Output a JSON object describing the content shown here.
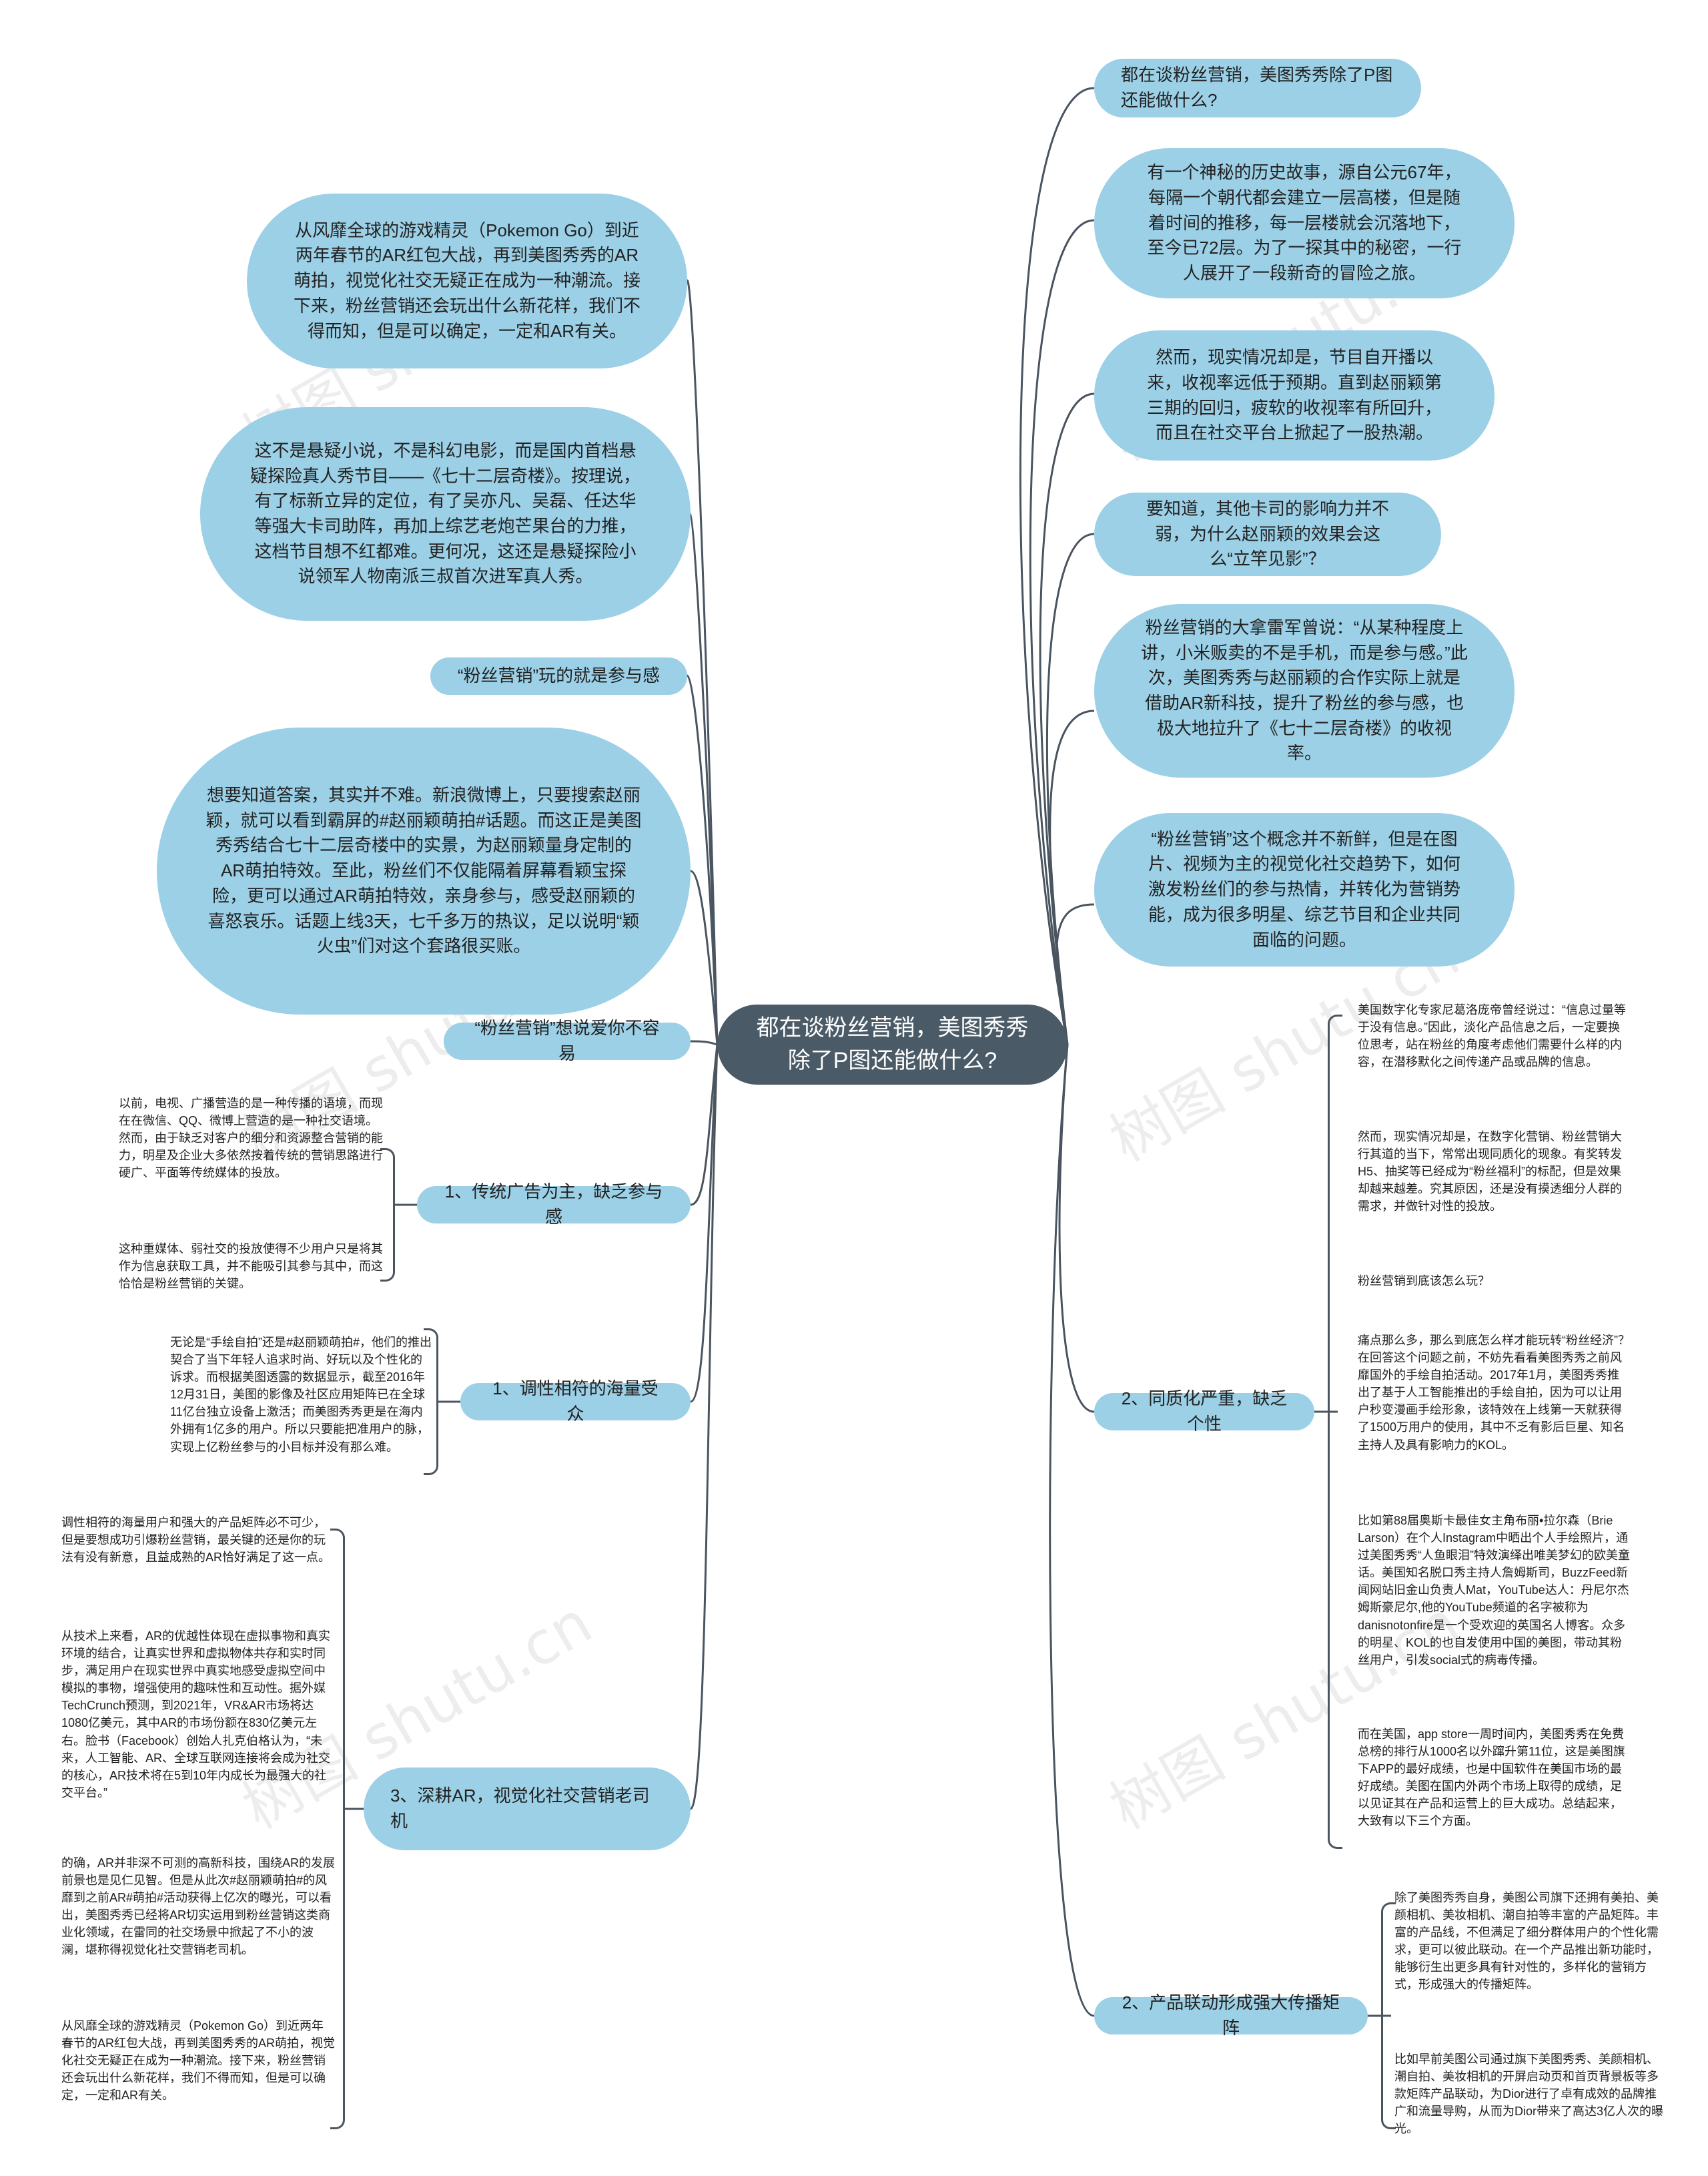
{
  "center": "都在谈粉丝营销，美图秀秀除了P图还能做什么?",
  "right_top": [
    "都在谈粉丝营销，美图秀秀除了P图还能做什么?",
    "有一个神秘的历史故事，源自公元67年，每隔一个朝代都会建立一层高楼，但是随着时间的推移，每一层楼就会沉落地下，至今已72层。为了一探其中的秘密，一行人展开了一段新奇的冒险之旅。",
    "然而，现实情况却是，节目自开播以来，收视率远低于预期。直到赵丽颖第三期的回归，疲软的收视率有所回升，而且在社交平台上掀起了一股热潮。",
    "要知道，其他卡司的影响力并不弱，为什么赵丽颖的效果会这么“立竿见影”？",
    "粉丝营销的大拿雷军曾说：“从某种程度上讲，小米贩卖的不是手机，而是参与感。”此次，美图秀秀与赵丽颖的合作实际上就是借助AR新科技，提升了粉丝的参与感，也极大地拉升了《七十二层奇楼》的收视率。",
    "“粉丝营销”这个概念并不新鲜，但是在图片、视频为主的视觉化社交趋势下，如何激发粉丝们的参与热情，并转化为营销势能，成为很多明星、综艺节目和企业共同面临的问题。"
  ],
  "left_top": [
    "从风靡全球的游戏精灵（Pokemon Go）到近两年春节的AR红包大战，再到美图秀秀的AR萌拍，视觉化社交无疑正在成为一种潮流。接下来，粉丝营销还会玩出什么新花样，我们不得而知，但是可以确定，一定和AR有关。",
    "这不是悬疑小说，不是科幻电影，而是国内首档悬疑探险真人秀节目——《七十二层奇楼》。按理说，有了标新立异的定位，有了吴亦凡、吴磊、任达华等强大卡司助阵，再加上综艺老炮芒果台的力推，这档节目想不红都难。更何况，这还是悬疑探险小说领军人物南派三叔首次进军真人秀。",
    "“粉丝营销”玩的就是参与感",
    "想要知道答案，其实并不难。新浪微博上，只要搜索赵丽颖，就可以看到霸屏的#赵丽颖萌拍#话题。而这正是美图秀秀结合七十二层奇楼中的实景，为赵丽颖量身定制的AR萌拍特效。至此，粉丝们不仅能隔着屏幕看颖宝探险，更可以通过AR萌拍特效，亲身参与，感受赵丽颖的喜怒哀乐。话题上线3天，七千多万的热议，足以说明“颖火虫”们对这个套路很买账。",
    "“粉丝营销”想说爱你不容易"
  ],
  "left_branches": [
    {
      "label": "1、传统广告为主，缺乏参与感",
      "leaves": [
        "以前，电视、广播营造的是一种传播的语境，而现在在微信、QQ、微博上营造的是一种社交语境。然而，由于缺乏对客户的细分和资源整合营销的能力，明星及企业大多依然按着传统的营销思路进行硬广、平面等传统媒体的投放。",
        "这种重媒体、弱社交的投放使得不少用户只是将其作为信息获取工具，并不能吸引其参与其中，而这恰恰是粉丝营销的关键。"
      ]
    },
    {
      "label": "1、调性相符的海量受众",
      "leaves": [
        "无论是“手绘自拍”还是#赵丽颖萌拍#，他们的推出契合了当下年轻人追求时尚、好玩以及个性化的诉求。而根据美图透露的数据显示，截至2016年12月31日，美图的影像及社区应用矩阵已在全球11亿台独立设备上激活；而美图秀秀更是在海内外拥有1亿多的用户。所以只要能把准用户的脉，实现上亿粉丝参与的小目标并没有那么难。"
      ]
    },
    {
      "label": "3、深耕AR，视觉化社交营销老司机",
      "leaves": [
        "调性相符的海量用户和强大的产品矩阵必不可少，但是要想成功引爆粉丝营销，最关键的还是你的玩法有没有新意，且益成熟的AR恰好满足了这一点。",
        "从技术上来看，AR的优越性体现在虚拟事物和真实环境的结合，让真实世界和虚拟物体共存和实时同步，满足用户在现实世界中真实地感受虚拟空间中模拟的事物，增强使用的趣味性和互动性。据外媒TechCrunch预测，到2021年，VR&AR市场将达1080亿美元，其中AR的市场份额在830亿美元左右。脸书（Facebook）创始人扎克伯格认为，“未来，人工智能、AR、全球互联网连接将会成为社交的核心，AR技术将在5到10年内成长为最强大的社交平台。”",
        "的确，AR并非深不可测的高新科技，围绕AR的发展前景也是见仁见智。但是从此次#赵丽颖萌拍#的风靡到之前AR#萌拍#活动获得上亿次的曝光，可以看出，美图秀秀已经将AR切实运用到粉丝营销这类商业化领域，在雷同的社交场景中掀起了不小的波澜，堪称得视觉化社交营销老司机。",
        "从风靡全球的游戏精灵（Pokemon Go）到近两年春节的AR红包大战，再到美图秀秀的AR萌拍，视觉化社交无疑正在成为一种潮流。接下来，粉丝营销还会玩出什么新花样，我们不得而知，但是可以确定，一定和AR有关。"
      ]
    }
  ],
  "right_branches": [
    {
      "label": "2、同质化严重，缺乏个性",
      "leaves": [
        "美国数字化专家尼葛洛庞帝曾经说过：“信息过量等于没有信息。”因此，淡化产品信息之后，一定要换位思考，站在粉丝的角度考虑他们需要什么样的内容，在潜移默化之间传递产品或品牌的信息。",
        "然而，现实情况却是，在数字化营销、粉丝营销大行其道的当下，常常出现同质化的现象。有奖转发H5、抽奖等已经成为“粉丝福利”的标配，但是效果却越来越差。究其原因，还是没有摸透细分人群的需求，并做针对性的投放。",
        "粉丝营销到底该怎么玩？",
        "痛点那么多，那么到底怎么样才能玩转“粉丝经济”？在回答这个问题之前，不妨先看看美图秀秀之前风靡国外的手绘自拍活动。2017年1月，美图秀秀推出了基于人工智能推出的手绘自拍，因为可以让用户秒变漫画手绘形象，该特效在上线第一天就获得了1500万用户的使用，其中不乏有影后巨星、知名主持人及具有影响力的KOL。",
        "比如第88届奥斯卡最佳女主角布丽•拉尔森（Brie Larson）在个人Instagram中晒出个人手绘照片，通过美图秀秀“人鱼眼泪”特效演绎出唯美梦幻的欧美童话。美国知名脱口秀主持人詹姆斯司，BuzzFeed新闻网站旧金山负责人Mat，YouTube达人：丹尼尔杰姆斯豪尼尔,他的YouTube频道的名字被称为danisnotonfire是一个受欢迎的英国名人博客。众多的明星、KOL的也自发使用中国的美图，带动其粉丝用户，引发social式的病毒传播。",
        "而在美国，app store一周时间内，美图秀秀在免费总榜的排行从1000名以外蹿升第11位，这是美图旗下APP的最好成绩，也是中国软件在美国市场的最好成绩。美图在国内外两个市场上取得的成绩，足以见证其在产品和运营上的巨大成功。总结起来，大致有以下三个方面。"
      ]
    },
    {
      "label": "2、产品联动形成强大传播矩阵",
      "leaves": [
        "除了美图秀秀自身，美图公司旗下还拥有美拍、美颜相机、美妆相机、潮自拍等丰富的产品矩阵。丰富的产品线，不但满足了细分群体用户的个性化需求，更可以彼此联动。在一个产品推出新功能时，能够衍生出更多具有针对性的，多样化的营销方式，形成强大的传播矩阵。",
        "比如早前美图公司通过旗下美图秀秀、美颜相机、潮自拍、美妆相机的开屏启动页和首页背景板等多款矩阵产品联动，为Dior进行了卓有成效的品牌推广和流量导购，从而为Dior带来了高达3亿人次的曝光。"
      ]
    }
  ],
  "watermark": "树图 shutu.cn"
}
